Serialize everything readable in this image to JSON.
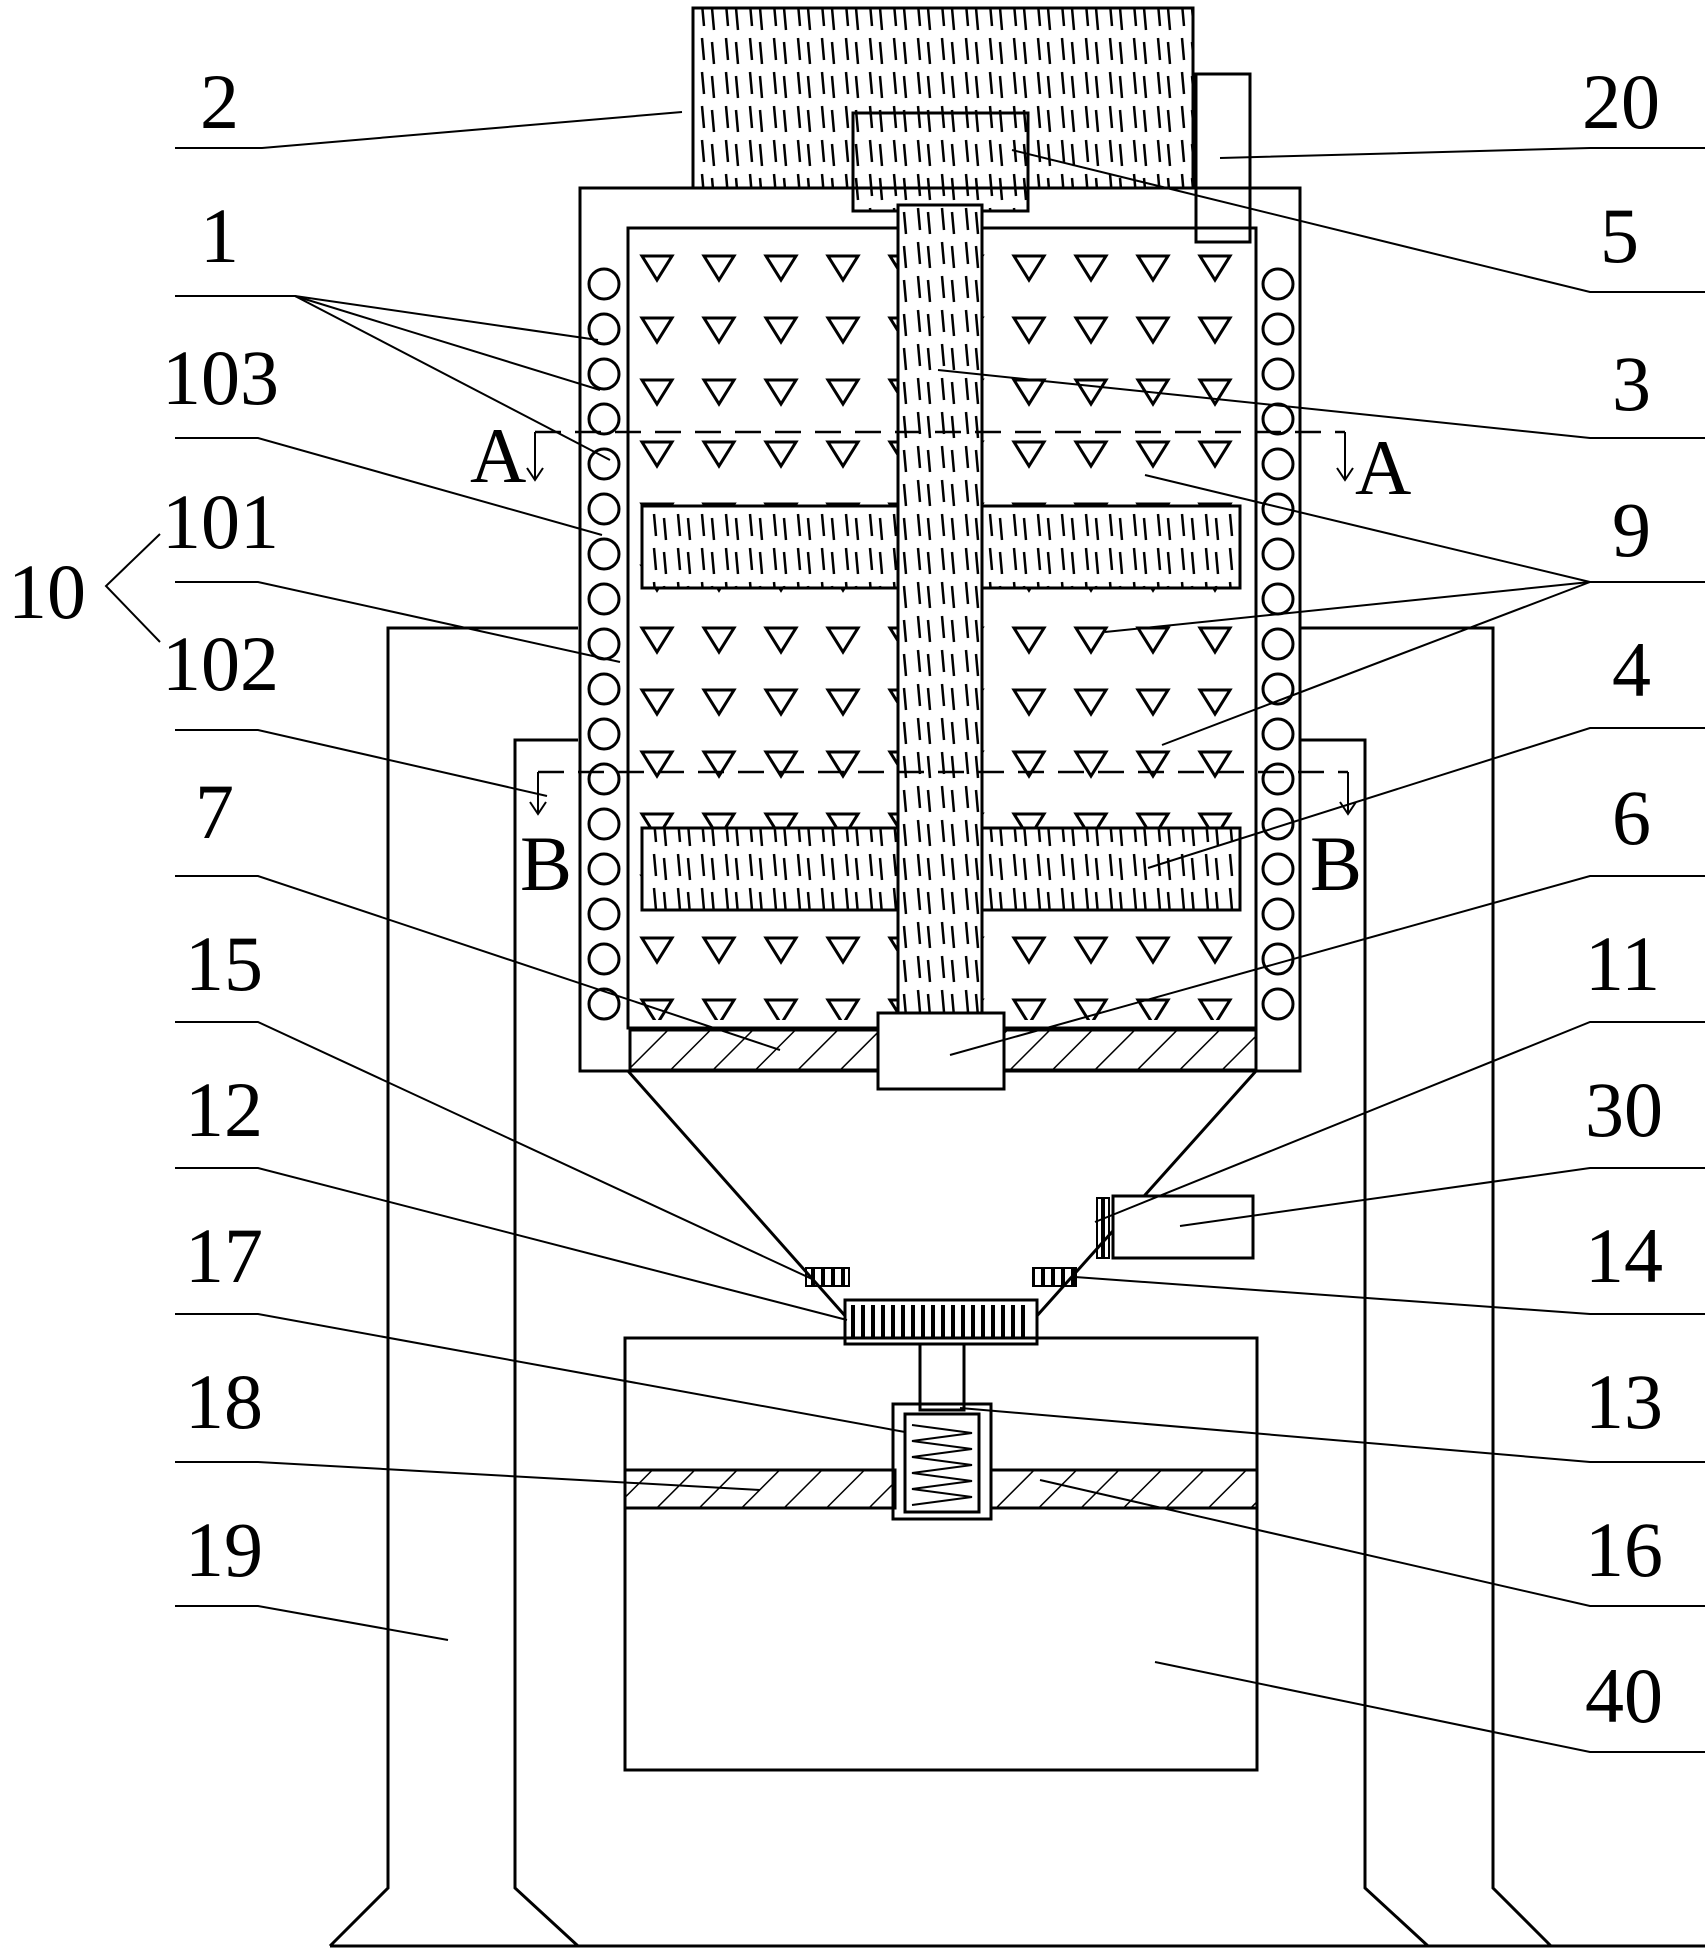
{
  "labels": {
    "l2": "2",
    "l20": "20",
    "l1": "1",
    "l5": "5",
    "l103": "103",
    "l3": "3",
    "l10": "10",
    "l101": "101",
    "l102": "102",
    "l9": "9",
    "l4": "4",
    "l7": "7",
    "l6": "6",
    "l15": "15",
    "l11": "11",
    "l12": "12",
    "l30": "30",
    "l17": "17",
    "l14": "14",
    "l18": "18",
    "l13": "13",
    "l19": "19",
    "l16": "16",
    "l40": "40"
  },
  "sections": {
    "a": "A",
    "b": "B"
  }
}
